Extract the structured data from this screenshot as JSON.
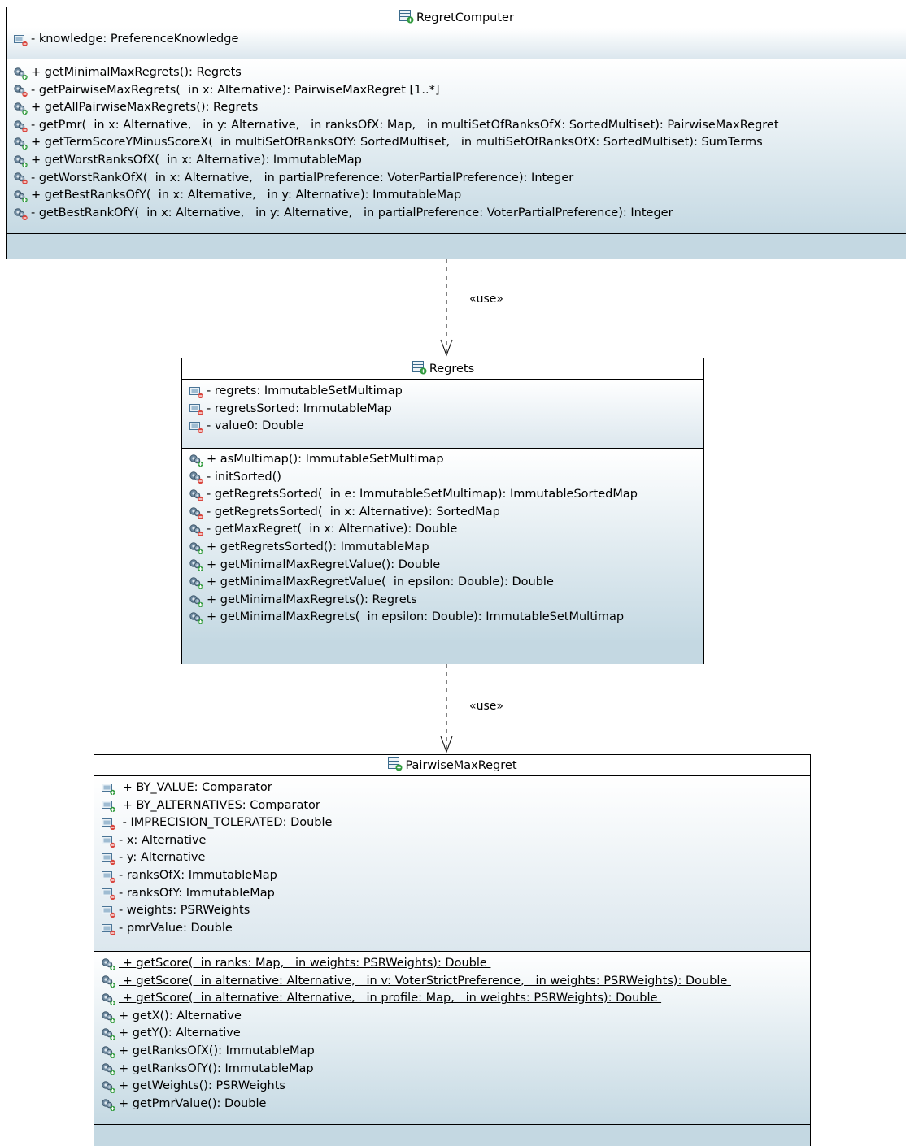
{
  "classes": [
    {
      "name": "RegretComputer",
      "attributes": [
        {
          "text": "- knowledge: PreferenceKnowledge",
          "vis": "private",
          "static": false
        }
      ],
      "operations": [
        {
          "text": "+ getMinimalMaxRegrets(): Regrets",
          "vis": "public",
          "static": false
        },
        {
          "text": "- getPairwiseMaxRegrets(  in x: Alternative): PairwiseMaxRegret [1..*]",
          "vis": "private",
          "static": false
        },
        {
          "text": "+ getAllPairwiseMaxRegrets(): Regrets",
          "vis": "public",
          "static": false
        },
        {
          "text": "- getPmr(  in x: Alternative,   in y: Alternative,   in ranksOfX: Map,   in multiSetOfRanksOfX: SortedMultiset): PairwiseMaxRegret",
          "vis": "private",
          "static": false
        },
        {
          "text": "+ getTermScoreYMinusScoreX(  in multiSetOfRanksOfY: SortedMultiset,   in multiSetOfRanksOfX: SortedMultiset): SumTerms",
          "vis": "public",
          "static": false
        },
        {
          "text": "+ getWorstRanksOfX(  in x: Alternative): ImmutableMap",
          "vis": "public",
          "static": false
        },
        {
          "text": "- getWorstRankOfX(  in x: Alternative,   in partialPreference: VoterPartialPreference): Integer",
          "vis": "private",
          "static": false
        },
        {
          "text": "+ getBestRanksOfY(  in x: Alternative,   in y: Alternative): ImmutableMap",
          "vis": "public",
          "static": false
        },
        {
          "text": "- getBestRankOfY(  in x: Alternative,   in y: Alternative,   in partialPreference: VoterPartialPreference): Integer",
          "vis": "private",
          "static": false
        }
      ]
    },
    {
      "name": "Regrets",
      "attributes": [
        {
          "text": "- regrets: ImmutableSetMultimap",
          "vis": "private",
          "static": false
        },
        {
          "text": "- regretsSorted: ImmutableMap",
          "vis": "private",
          "static": false
        },
        {
          "text": "- value0: Double",
          "vis": "private",
          "static": false
        }
      ],
      "operations": [
        {
          "text": "+ asMultimap(): ImmutableSetMultimap",
          "vis": "public",
          "static": false
        },
        {
          "text": "- initSorted()",
          "vis": "private",
          "static": false
        },
        {
          "text": "- getRegretsSorted(  in e: ImmutableSetMultimap): ImmutableSortedMap",
          "vis": "private",
          "static": false
        },
        {
          "text": "- getRegretsSorted(  in x: Alternative): SortedMap",
          "vis": "private",
          "static": false
        },
        {
          "text": "- getMaxRegret(  in x: Alternative): Double",
          "vis": "private",
          "static": false
        },
        {
          "text": "+ getRegretsSorted(): ImmutableMap",
          "vis": "public",
          "static": false
        },
        {
          "text": "+ getMinimalMaxRegretValue(): Double",
          "vis": "public",
          "static": false
        },
        {
          "text": "+ getMinimalMaxRegretValue(  in epsilon: Double): Double",
          "vis": "public",
          "static": false
        },
        {
          "text": "+ getMinimalMaxRegrets(): Regrets",
          "vis": "public",
          "static": false
        },
        {
          "text": "+ getMinimalMaxRegrets(  in epsilon: Double): ImmutableSetMultimap",
          "vis": "public",
          "static": false
        }
      ]
    },
    {
      "name": "PairwiseMaxRegret",
      "attributes": [
        {
          "text": " + BY_VALUE: Comparator",
          "vis": "public",
          "static": true
        },
        {
          "text": " + BY_ALTERNATIVES: Comparator",
          "vis": "public",
          "static": true
        },
        {
          "text": " - IMPRECISION_TOLERATED: Double",
          "vis": "private",
          "static": true
        },
        {
          "text": "- x: Alternative",
          "vis": "private",
          "static": false
        },
        {
          "text": "- y: Alternative",
          "vis": "private",
          "static": false
        },
        {
          "text": "- ranksOfX: ImmutableMap",
          "vis": "private",
          "static": false
        },
        {
          "text": "- ranksOfY: ImmutableMap",
          "vis": "private",
          "static": false
        },
        {
          "text": "- weights: PSRWeights",
          "vis": "private",
          "static": false
        },
        {
          "text": "- pmrValue: Double",
          "vis": "private",
          "static": false
        }
      ],
      "operations": [
        {
          "text": " + getScore(  in ranks: Map,   in weights: PSRWeights): Double ",
          "vis": "public",
          "static": true
        },
        {
          "text": " + getScore(  in alternative: Alternative,   in v: VoterStrictPreference,   in weights: PSRWeights): Double ",
          "vis": "public",
          "static": true
        },
        {
          "text": " + getScore(  in alternative: Alternative,   in profile: Map,   in weights: PSRWeights): Double ",
          "vis": "public",
          "static": true
        },
        {
          "text": "+ getX(): Alternative",
          "vis": "public",
          "static": false
        },
        {
          "text": "+ getY(): Alternative",
          "vis": "public",
          "static": false
        },
        {
          "text": "+ getRanksOfX(): ImmutableMap",
          "vis": "public",
          "static": false
        },
        {
          "text": "+ getRanksOfY(): ImmutableMap",
          "vis": "public",
          "static": false
        },
        {
          "text": "+ getWeights(): PSRWeights",
          "vis": "public",
          "static": false
        },
        {
          "text": "+ getPmrValue(): Double",
          "vis": "public",
          "static": false
        }
      ]
    }
  ],
  "relations": [
    {
      "from": "RegretComputer",
      "to": "Regrets",
      "label": "«use»"
    },
    {
      "from": "Regrets",
      "to": "PairwiseMaxRegret",
      "label": "«use»"
    }
  ],
  "icons": {
    "class": "class-icon",
    "attribute_private": "private-attribute-icon",
    "attribute_public": "public-attribute-icon",
    "operation_private": "private-operation-icon",
    "operation_public": "public-operation-icon"
  },
  "colors": {
    "compartment_bottom": "#c4d8e2",
    "private_marker": "#d9473f",
    "public_marker": "#2f9a3c"
  }
}
